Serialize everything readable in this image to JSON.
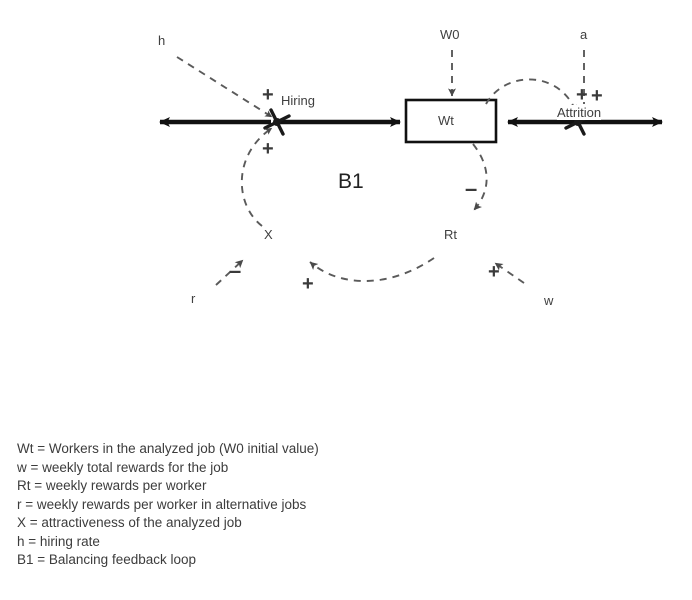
{
  "diagram": {
    "title": "Workforce stock and flow diagram with balancing loop B1",
    "stock": {
      "name": "Wt",
      "label": "Wt"
    },
    "flows": [
      {
        "id": "hiring",
        "label": "Hiring"
      },
      {
        "id": "attrition",
        "label": "Attrition"
      }
    ],
    "variables": [
      {
        "id": "h",
        "label": "h"
      },
      {
        "id": "w0",
        "label": "W0"
      },
      {
        "id": "a",
        "label": "a"
      },
      {
        "id": "x",
        "label": "X"
      },
      {
        "id": "rt",
        "label": "Rt"
      },
      {
        "id": "r",
        "label": "r"
      },
      {
        "id": "w",
        "label": "w"
      }
    ],
    "loop": {
      "label": "B1"
    },
    "polarities": {
      "h_to_hiring": "+",
      "x_to_hiring": "+",
      "a_to_attrition_left": "+",
      "a_to_attrition_right": "+",
      "wt_to_rt": "–",
      "r_to_x": "–",
      "rt_to_x": "+",
      "w_to_rt": "+"
    },
    "colors": {
      "stroke": "#1a1a1a",
      "dashed": "#555555",
      "text": "#3c3c3c",
      "background": "#ffffff"
    }
  },
  "legend": {
    "lines": [
      "Wt = Workers in the analyzed job (W0 initial value)",
      "w = weekly total rewards for the job",
      "Rt = weekly rewards per worker",
      "r = weekly rewards per worker in alternative jobs",
      "X = attractiveness of the analyzed job",
      "h = hiring rate",
      "B1 = Balancing feedback loop"
    ]
  }
}
